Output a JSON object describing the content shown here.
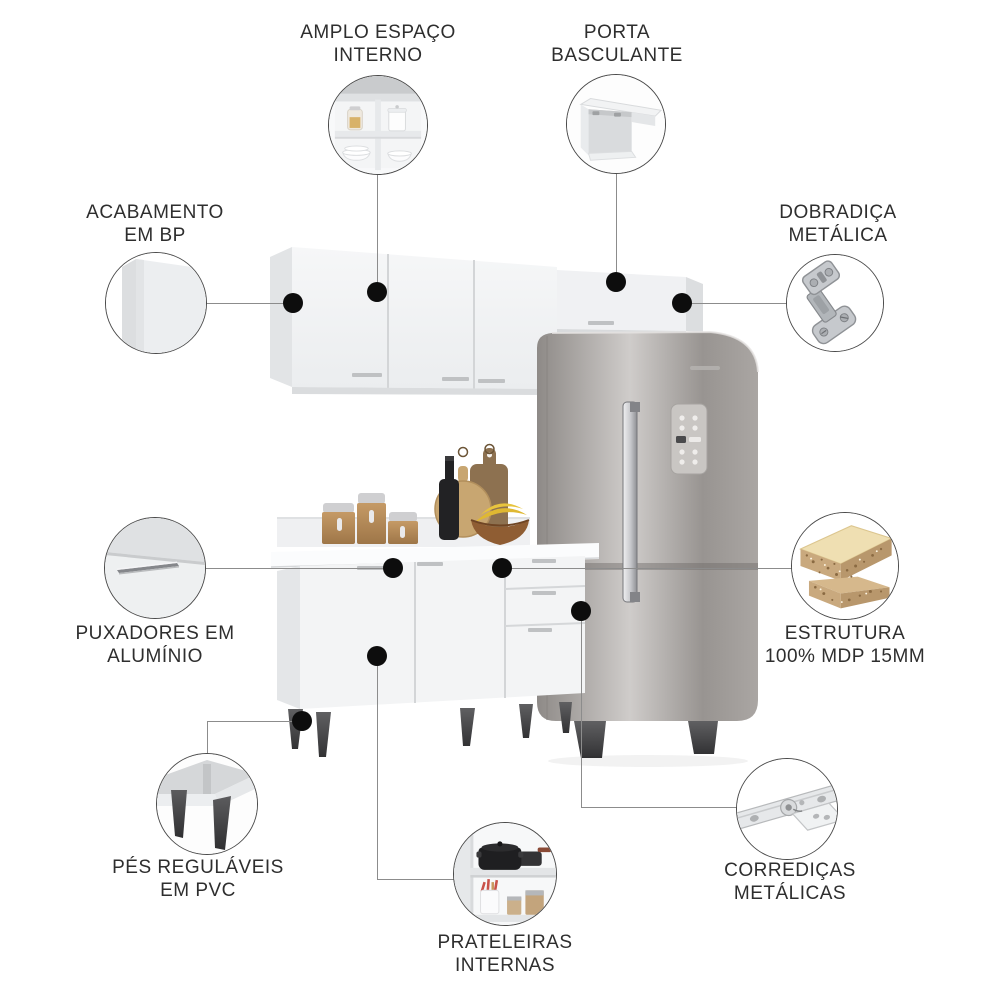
{
  "style": {
    "background": "#ffffff",
    "text_color": "#2e2e2e",
    "connector_line_color": "#8c8c8c",
    "marker_dot_color": "#0d0d0d",
    "bubble_border_color": "#4a4a4a",
    "cabinet_white": "#f3f4f5",
    "refrigerator_steel": "#a39f9c",
    "wood_tone": "#b68a58",
    "mdp_core_tone": "#c8a87e",
    "leg_dark_tone": "#48484a"
  },
  "callouts": [
    {
      "id": "amplo-espaco-interno",
      "lines": [
        "AMPLO ESPAÇO",
        "INTERNO"
      ],
      "icon": "cabinet-interior-icon",
      "label_position": "above"
    },
    {
      "id": "porta-basculante",
      "lines": [
        "PORTA",
        "BASCULANTE"
      ],
      "icon": "flip-up-door-icon",
      "label_position": "above"
    },
    {
      "id": "acabamento-em-bp",
      "lines": [
        "ACABAMENTO",
        "EM BP"
      ],
      "icon": "bp-finish-panel-icon",
      "label_position": "above"
    },
    {
      "id": "dobradica-metalica",
      "lines": [
        "DOBRADIÇA",
        "METÁLICA"
      ],
      "icon": "metal-hinge-icon",
      "label_position": "above"
    },
    {
      "id": "puxadores-em-aluminio",
      "lines": [
        "PUXADORES EM",
        "ALUMÍNIO"
      ],
      "icon": "aluminum-handle-icon",
      "label_position": "below"
    },
    {
      "id": "estrutura-mdp",
      "lines": [
        "ESTRUTURA",
        "100% MDP 15MM"
      ],
      "icon": "mdp-board-icon",
      "label_position": "below"
    },
    {
      "id": "pes-regulaveis-pvc",
      "lines": [
        "PÉS REGULÁVEIS",
        "EM PVC"
      ],
      "icon": "pvc-feet-icon",
      "label_position": "below"
    },
    {
      "id": "prateleiras-internas",
      "lines": [
        "PRATELEIRAS",
        "INTERNAS"
      ],
      "icon": "internal-shelves-icon",
      "label_position": "below"
    },
    {
      "id": "corredicas-metalicas",
      "lines": [
        "CORREDIÇAS",
        "METÁLICAS"
      ],
      "icon": "metal-slide-icon",
      "label_position": "below"
    }
  ]
}
